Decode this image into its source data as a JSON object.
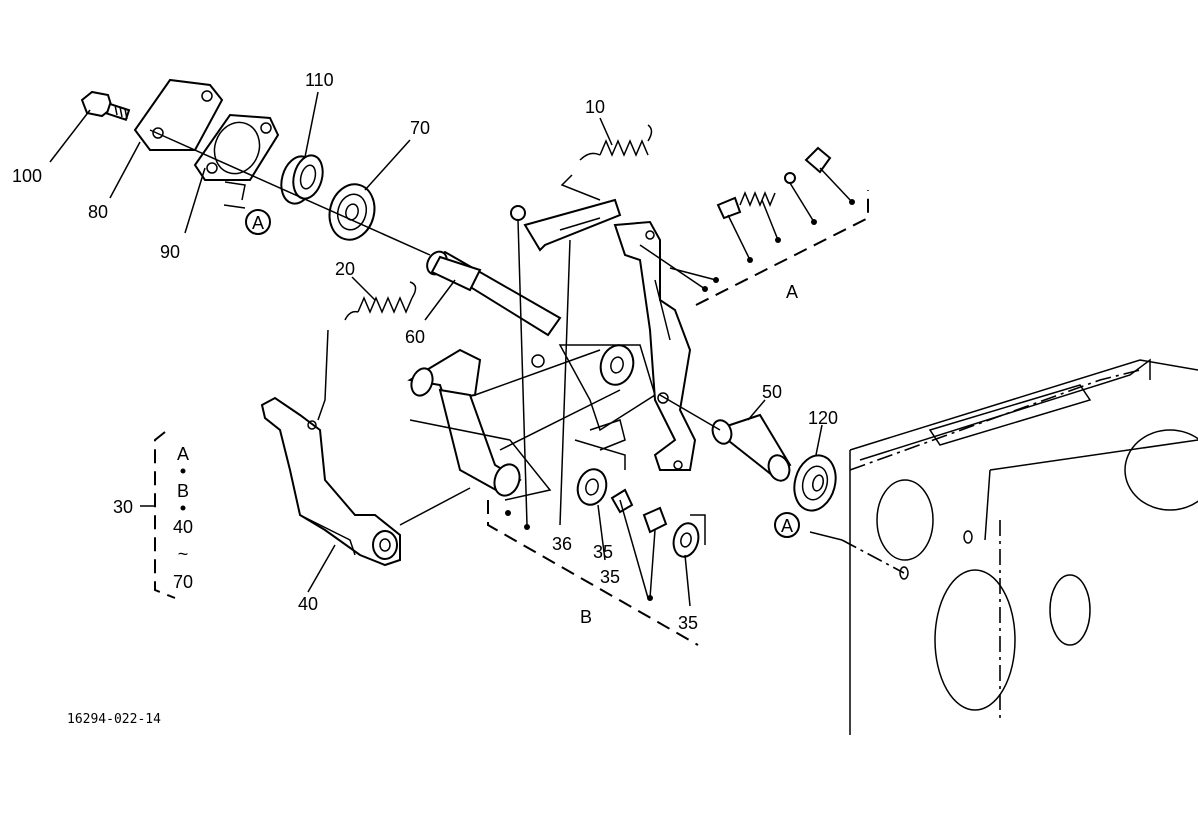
{
  "parts": {
    "p100": "100",
    "p80": "80",
    "p90": "90",
    "p110": "110",
    "p70": "70",
    "p10": "10",
    "p20": "20",
    "p60": "60",
    "p50": "50",
    "p120": "120",
    "p36": "36",
    "p35a": "35",
    "p35b": "35",
    "p35c": "35",
    "p40": "40",
    "p30": "30"
  },
  "group_labels": {
    "a": "A",
    "b": "B"
  },
  "legend": {
    "a": "A",
    "b": "B",
    "start": "40",
    "tilde": "~",
    "end": "70"
  },
  "callouts": {
    "circle_a_1": "A",
    "circle_a_2": "A"
  },
  "drawing_number": "16294-022-14"
}
